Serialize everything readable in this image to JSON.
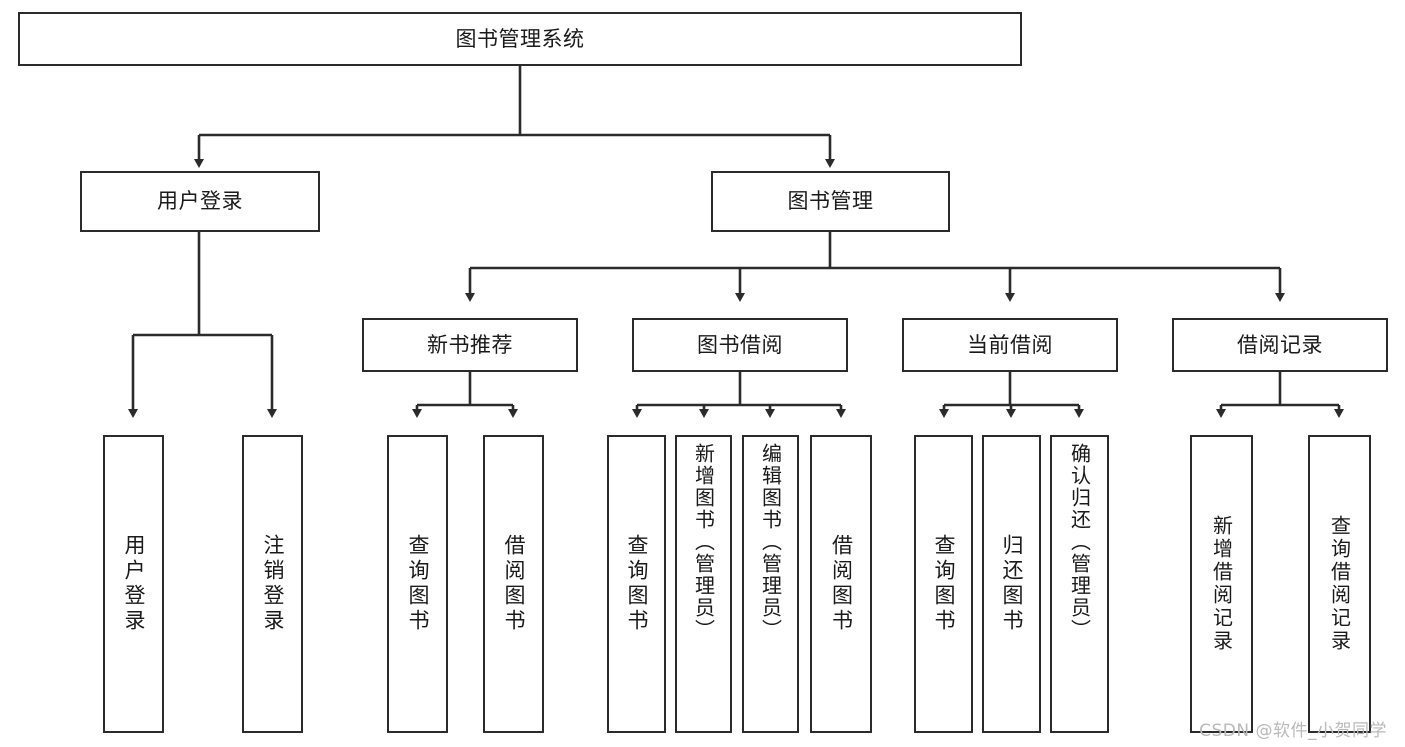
{
  "diagram": {
    "title": "图书管理系统",
    "type": "tree-hierarchy-functional-structure",
    "watermark": "CSDN @软件_小贺同学",
    "colors": {
      "stroke": "#2b2b2b",
      "fill": "#ffffff",
      "text": "#1a1a1a",
      "watermark": "#b9b9b9"
    },
    "nodes": {
      "root": {
        "label": "图书管理系统"
      },
      "level2": [
        {
          "id": "user-login",
          "label": "用户登录"
        },
        {
          "id": "book-manage",
          "label": "图书管理"
        }
      ],
      "level3": [
        {
          "id": "new-book-recommend",
          "label": "新书推荐"
        },
        {
          "id": "book-borrow",
          "label": "图书借阅"
        },
        {
          "id": "current-borrow",
          "label": "当前借阅"
        },
        {
          "id": "borrow-record",
          "label": "借阅记录"
        }
      ],
      "leaves": {
        "user-login": [
          {
            "id": "leaf-user-login",
            "label": "用户登录"
          },
          {
            "id": "leaf-user-logout",
            "label": "注销登录"
          }
        ],
        "new-book-recommend": [
          {
            "id": "leaf-query-book-1",
            "label": "查询图书"
          },
          {
            "id": "leaf-borrow-book-1",
            "label": "借阅图书"
          }
        ],
        "book-borrow": [
          {
            "id": "leaf-query-book-2",
            "label": "查询图书"
          },
          {
            "id": "leaf-add-book",
            "label": "新增图书（管理员）"
          },
          {
            "id": "leaf-edit-book",
            "label": "编辑图书（管理员）"
          },
          {
            "id": "leaf-borrow-book-2",
            "label": "借阅图书"
          }
        ],
        "current-borrow": [
          {
            "id": "leaf-query-book-3",
            "label": "查询图书"
          },
          {
            "id": "leaf-return-book",
            "label": "归还图书"
          },
          {
            "id": "leaf-confirm-return",
            "label": "确认归还（管理员）"
          }
        ],
        "borrow-record": [
          {
            "id": "leaf-add-record",
            "label": "新增借阅记录"
          },
          {
            "id": "leaf-query-record",
            "label": "查询借阅记录"
          }
        ]
      }
    }
  }
}
